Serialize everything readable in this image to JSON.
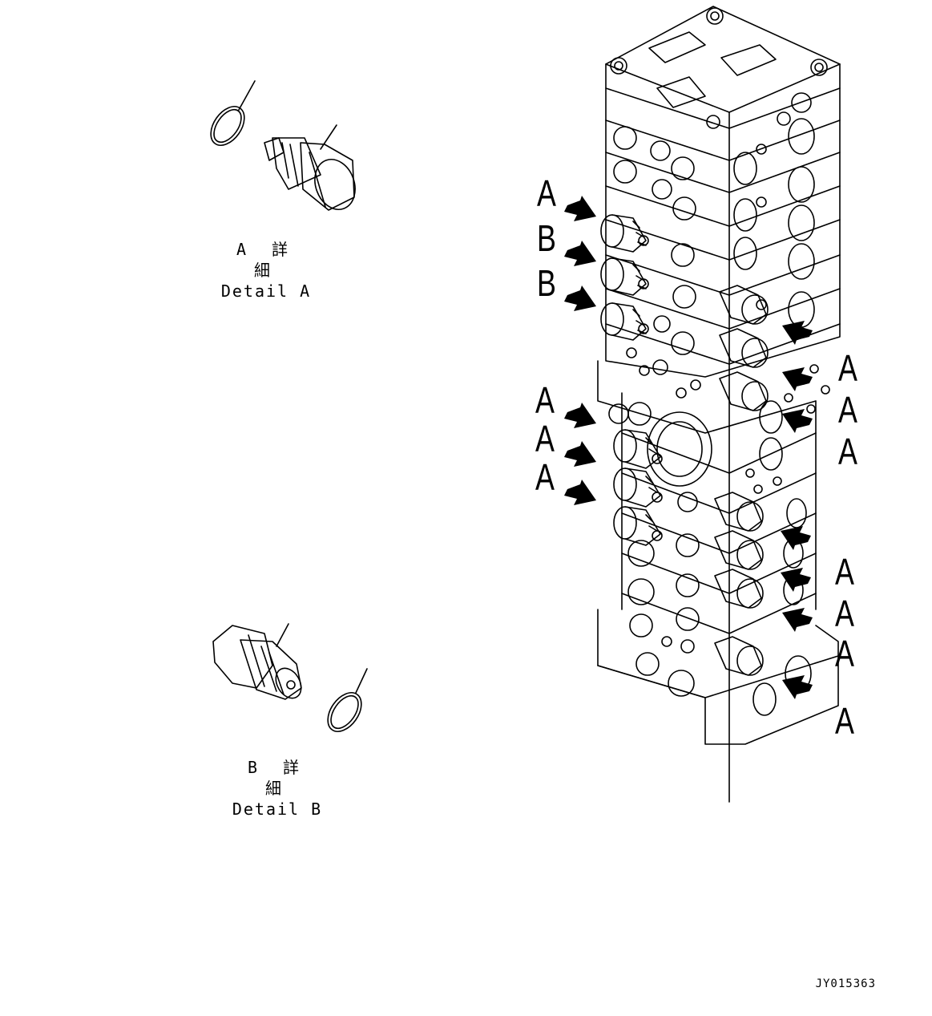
{
  "detail_a": {
    "jp": "A 詳 細",
    "en": "Detail A"
  },
  "detail_b": {
    "jp": "B 詳 細",
    "en": "Detail B"
  },
  "callouts": {
    "left_upper": [
      "A",
      "B",
      "B"
    ],
    "left_lower": [
      "A",
      "A",
      "A"
    ],
    "right_upper": [
      "A",
      "A",
      "A"
    ],
    "right_lower": [
      "A",
      "A",
      "A",
      "A"
    ]
  },
  "reference_code": "JY015363",
  "colors": {
    "ink": "#000000",
    "paper": "#ffffff"
  }
}
